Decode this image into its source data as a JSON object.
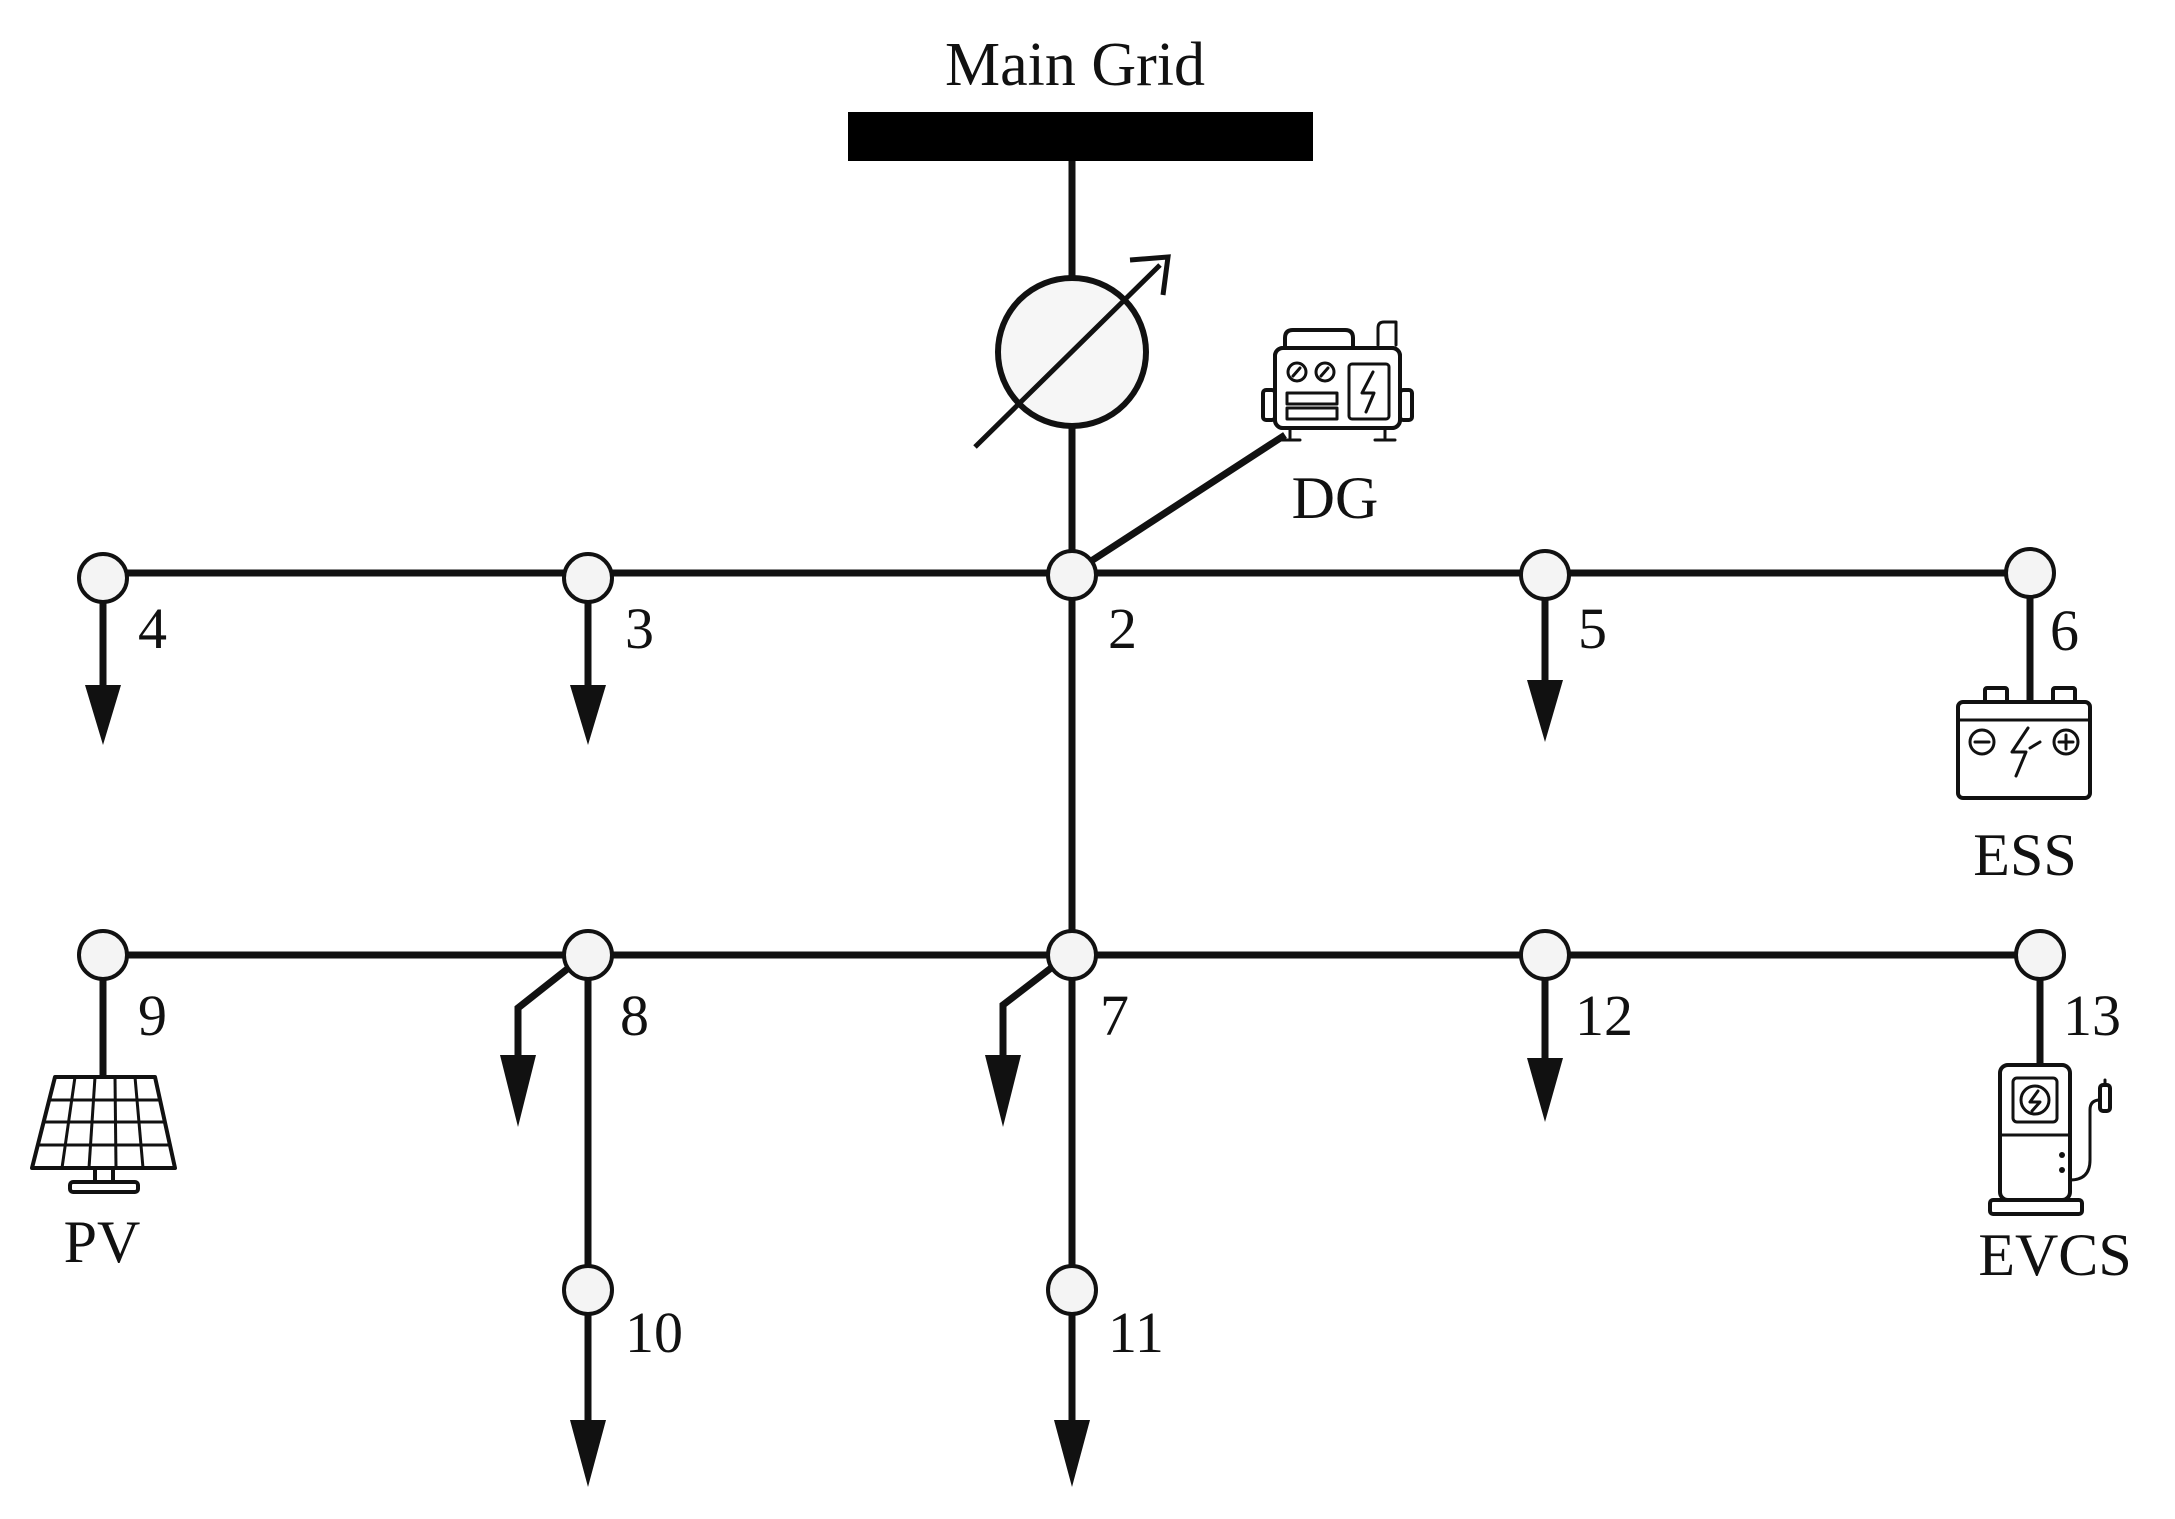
{
  "main_grid": {
    "label": "Main Grid"
  },
  "buses": [
    {
      "id": "2",
      "label": "2"
    },
    {
      "id": "3",
      "label": "3"
    },
    {
      "id": "4",
      "label": "4"
    },
    {
      "id": "5",
      "label": "5"
    },
    {
      "id": "6",
      "label": "6"
    },
    {
      "id": "7",
      "label": "7"
    },
    {
      "id": "8",
      "label": "8"
    },
    {
      "id": "9",
      "label": "9"
    },
    {
      "id": "10",
      "label": "10"
    },
    {
      "id": "11",
      "label": "11"
    },
    {
      "id": "12",
      "label": "12"
    },
    {
      "id": "13",
      "label": "13"
    }
  ],
  "devices": {
    "dg": {
      "label": "DG",
      "bus": "2",
      "icon": "generator-icon"
    },
    "ess": {
      "label": "ESS",
      "bus": "6",
      "icon": "battery-icon"
    },
    "pv": {
      "label": "PV",
      "bus": "9",
      "icon": "solar-panel-icon"
    },
    "evcs": {
      "label": "EVCS",
      "bus": "13",
      "icon": "ev-charger-icon"
    }
  },
  "transformer": {
    "icon": "variable-transformer-icon"
  },
  "load_buses": [
    "3",
    "4",
    "5",
    "7",
    "8",
    "10",
    "11",
    "12"
  ]
}
